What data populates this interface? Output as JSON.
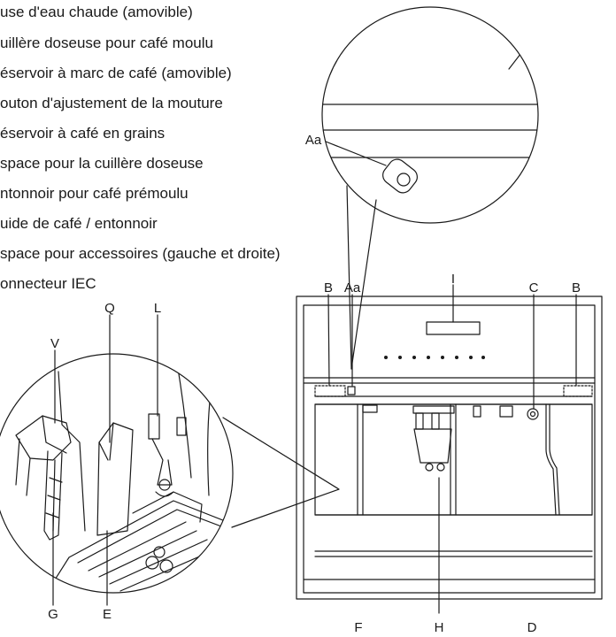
{
  "legend": [
    "use d'eau chaude (amovible)",
    "uillère doseuse pour café moulu",
    "éservoir à marc de café (amovible)",
    "outon d'ajustement de la mouture",
    "éservoir à café en grains",
    "space pour la cuillère doseuse",
    "ntonnoir pour café prémoulu",
    "uide de café / entonnoir",
    "space pour accessoires (gauche et droite)",
    "onnecteur IEC"
  ],
  "labels": {
    "aa_zoom": "Aa",
    "b_left": "B",
    "aa_top": "Aa",
    "i": "I",
    "c": "C",
    "b_right": "B",
    "q": "Q",
    "l": "L",
    "v": "V",
    "g": "G",
    "e": "E",
    "f": "F",
    "h": "H",
    "d": "D"
  }
}
